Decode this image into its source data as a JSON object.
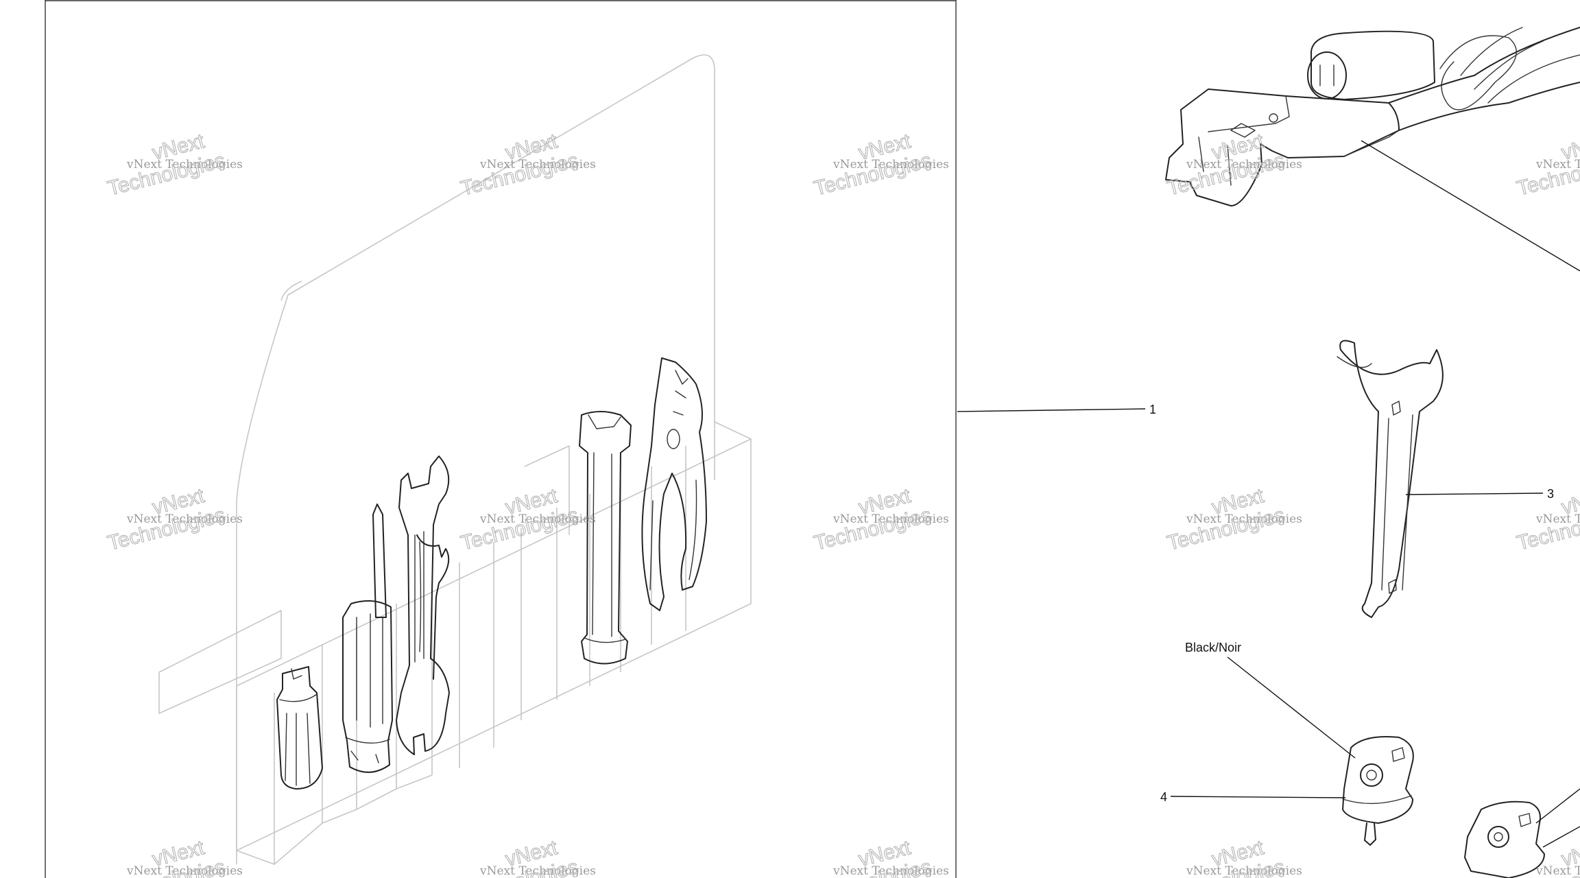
{
  "diagram": {
    "callouts": [
      {
        "id": "1",
        "label": "1"
      },
      {
        "id": "3",
        "label": "3"
      },
      {
        "id": "4",
        "label": "4"
      }
    ],
    "color_note": "Black/Noir",
    "watermark": {
      "line1": "vNext Technologies",
      "line2": "vNext",
      "line3": "Technologies"
    }
  }
}
